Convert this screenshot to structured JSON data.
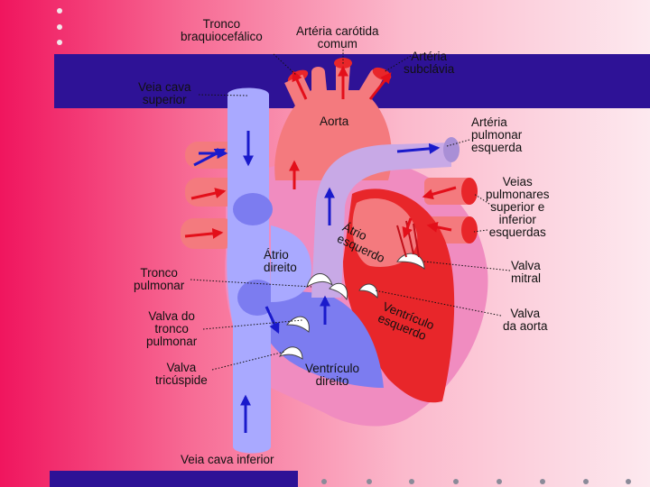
{
  "labels": {
    "tronco_braquiocefalico": "Tronco\nbraquiocefálico",
    "arteria_carotida": "Artéria carótida\ncomum",
    "arteria_subclavia": "Artéria\nsubclávia",
    "veia_cava_superior": "Veia cava\nsuperior",
    "aorta": "Aorta",
    "arteria_pulmonar": "Artéria\npulmonar\nesquerda",
    "veias_pulmonares": "Veias\npulmonares\nsuperior e\ninferior\nesquerdas",
    "atrio_esquerdo": "Átrio\nesquerdo",
    "atrio_direito": "Átrio\ndireito",
    "tronco_pulmonar": "Tronco\npulmonar",
    "valva_mitral": "Valva\nmitral",
    "valva_tronco": "Valva do\ntronco\npulmonar",
    "ventriculo_esquerdo": "Ventrículo\nesquerdo",
    "valva_aorta": "Valva\nda aorta",
    "valva_tricuspide": "Valva\ntricúspide",
    "ventriculo_direito": "Ventrículo\ndireito",
    "veia_cava_inferior": "Veia cava inferior"
  },
  "colors": {
    "background_left": "#f0155e",
    "background_right": "#fde9ef",
    "band": "#2e1296",
    "oxygenated_blood": "#e8262a",
    "deoxygenated_blood": "#7c7cf0",
    "vein_light": "#a9a9ff",
    "artery_light": "#f47a7e",
    "wall": "#f08cc0",
    "arrow_red": "#e30f1a",
    "arrow_blue": "#1a1acb"
  }
}
